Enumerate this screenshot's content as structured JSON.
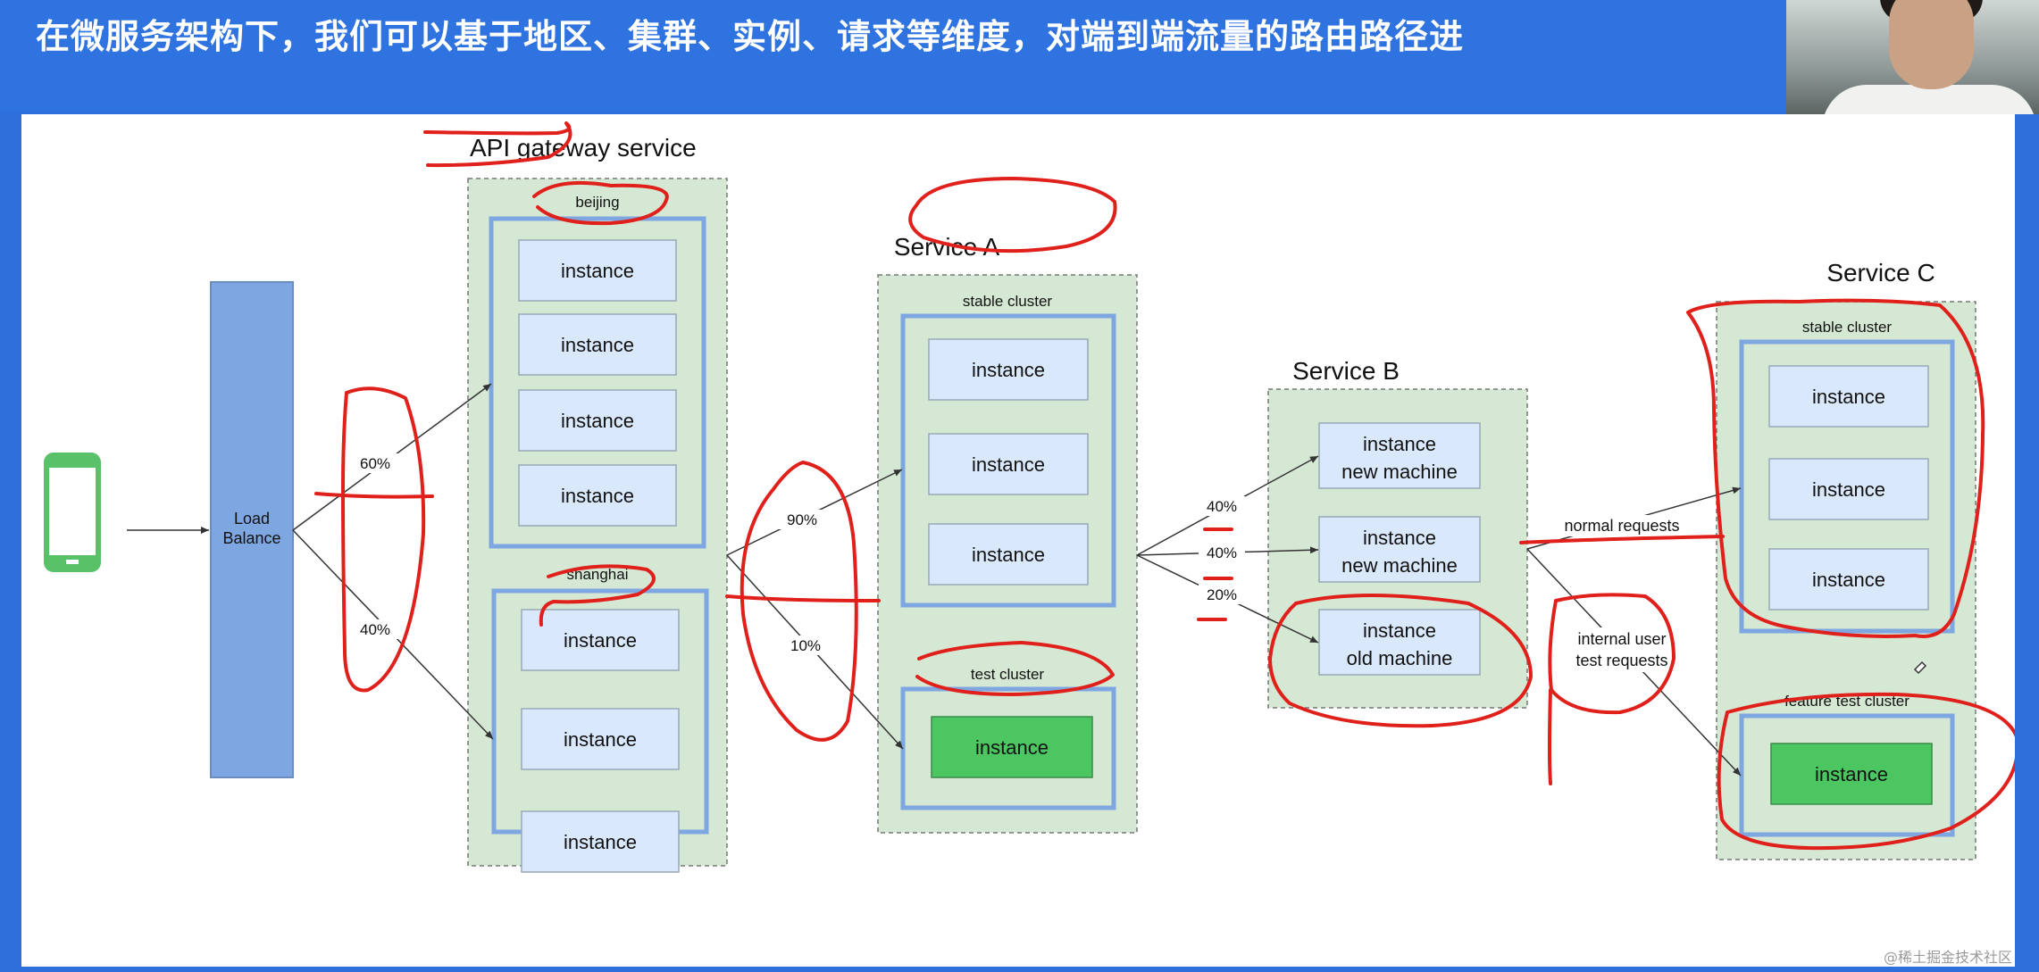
{
  "header": {
    "title": "在微服务架构下，我们可以基于地区、集群、实例、请求等维度，对端到端流量的路由路径进"
  },
  "diagram": {
    "load_balance": {
      "line1": "Load",
      "line2": "Balance"
    },
    "gateway": {
      "title": "API gateway service",
      "region1": "beijing",
      "region2": "shanghai",
      "split1": "60%",
      "split2": "40%"
    },
    "service_a": {
      "title": "Service A",
      "stable": "stable cluster",
      "test": "test cluster",
      "split1": "90%",
      "split2": "10%"
    },
    "service_b": {
      "title": "Service B",
      "inst1_l1": "instance",
      "inst1_l2": "new machine",
      "inst2_l1": "instance",
      "inst2_l2": "new machine",
      "inst3_l1": "instance",
      "inst3_l2": "old machine",
      "split1": "40%",
      "split2": "40%",
      "split3": "20%"
    },
    "service_c": {
      "title": "Service C",
      "stable": "stable cluster",
      "feature": "feature test cluster",
      "normal": "normal requests",
      "internal_l1": "internal user",
      "internal_l2": "test requests"
    },
    "instance": "instance"
  },
  "watermark": "@稀土掘金技术社区",
  "colors": {
    "header_bg": "#2f73e0",
    "service_bg": "#d5e8d4",
    "cluster_border": "#7ea6e0",
    "instance_fill": "#dae8fc",
    "test_instance": "#4cc660",
    "load_balance": "#7ea6e0",
    "annotation": "#e0201b"
  }
}
